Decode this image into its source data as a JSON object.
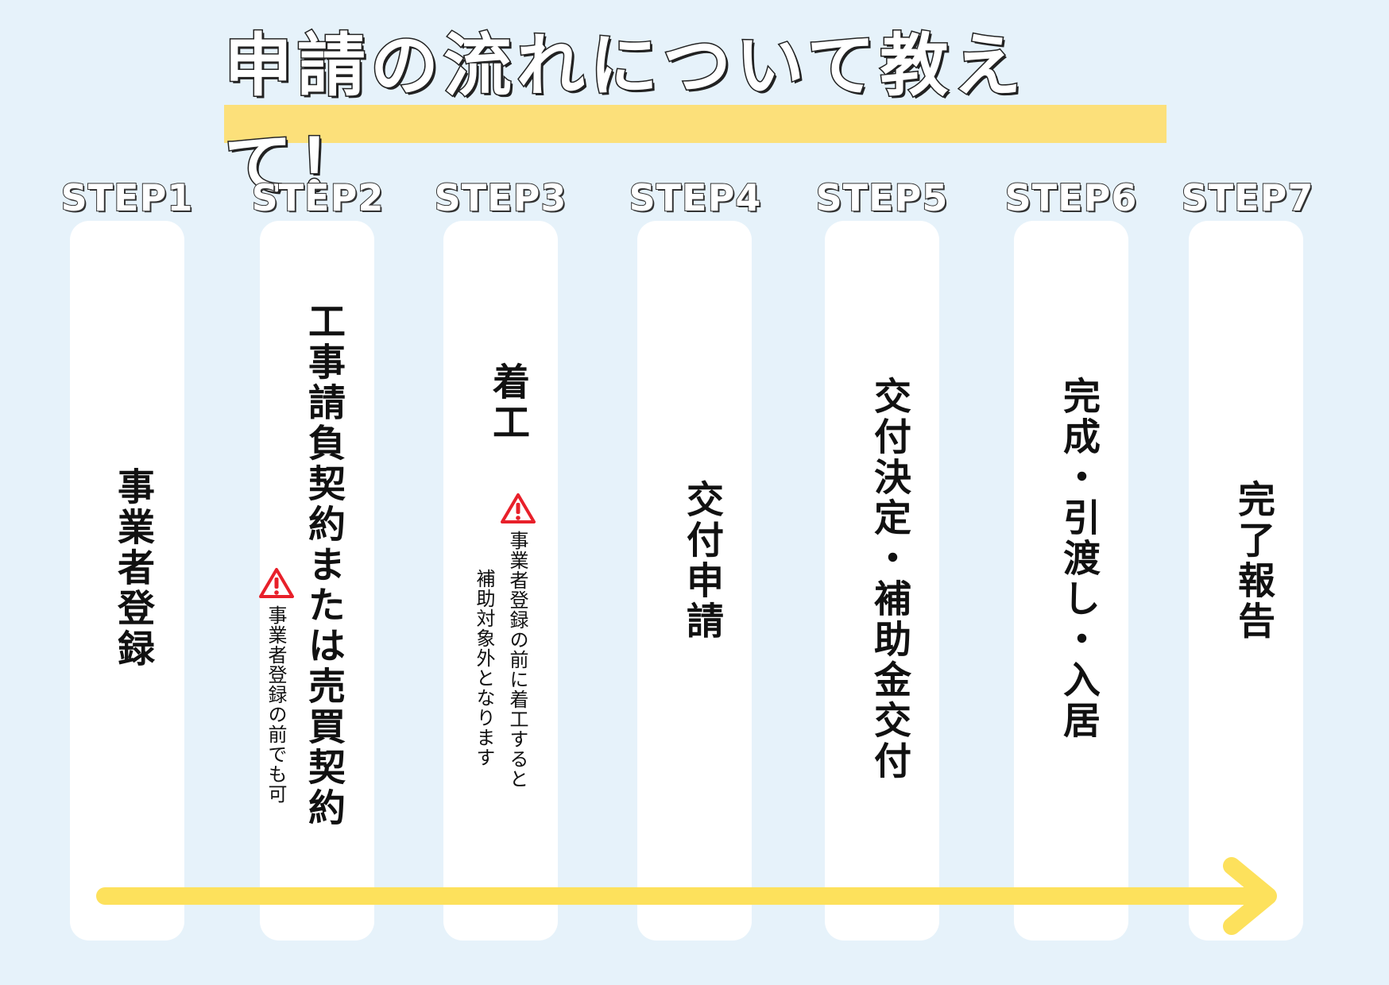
{
  "title": "申請の流れについて教えて！",
  "steps": [
    {
      "label": "STEP1",
      "text": "事業者登録"
    },
    {
      "label": "STEP2",
      "text": "工事請負契約または売買契約",
      "note": "事業者登録の前でも可"
    },
    {
      "label": "STEP3",
      "text": "着工",
      "note_line1": "事業者登録の前に着工すると",
      "note_line2": "補助対象外となります"
    },
    {
      "label": "STEP4",
      "text": "交付申請"
    },
    {
      "label": "STEP5",
      "text": "交付決定・補助金交付"
    },
    {
      "label": "STEP6",
      "text": "完成・引渡し・入居"
    },
    {
      "label": "STEP7",
      "text": "完了報告"
    }
  ],
  "colors": {
    "background": "#e6f2fa",
    "accent_yellow": "#fce07a",
    "arrow_yellow": "#fde15c",
    "warning_red": "#e8202a"
  },
  "icons": {
    "warning": "warning-icon",
    "arrow": "arrow-right-icon"
  }
}
